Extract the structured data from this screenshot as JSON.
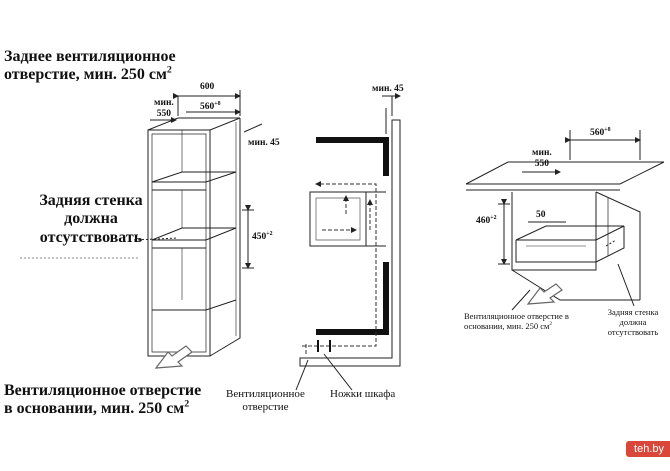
{
  "labels": {
    "rear_vent_line1": "Заднее вентиляционное",
    "rear_vent_line2": "отверстие, мин. 250 см",
    "rear_vent_sup": "2",
    "back_wall_line1": "Задняя стенка",
    "back_wall_line2": "должна",
    "back_wall_line3": "отсутствовать",
    "base_vent_line1": "Вентиляционное отверстие",
    "base_vent_line2": "в основании, мин. 250 см",
    "base_vent_sup": "2",
    "mid_vent_line1": "Вентиляционное",
    "mid_vent_line2": "отверстие",
    "cabinet_legs": "Ножки шкафа",
    "right_vent_line1": "Вентиляционное отверстие в",
    "right_vent_line2": "основании, мин. 250 см",
    "right_vent_sup": "2",
    "right_wall_line1": "Задняя стенка",
    "right_wall_line2": "должна",
    "right_wall_line3": "отсутствовать"
  },
  "dimensions": {
    "d600": "600",
    "min_label": "мин.",
    "d550": "550",
    "d560": "560",
    "d560_sup": "+8",
    "min45_right": "мин. 45",
    "d450": "450",
    "d450_sup": "+2",
    "min45_top": "мин. 45",
    "r560": "560",
    "r560_sup": "+8",
    "r_min": "мин.",
    "r550": "550",
    "r460": "460",
    "r460_sup": "+2",
    "r50": "50"
  },
  "watermark": "teh.by",
  "colors": {
    "line": "#222222",
    "wall": "#111111",
    "accent": "#d9473a"
  }
}
